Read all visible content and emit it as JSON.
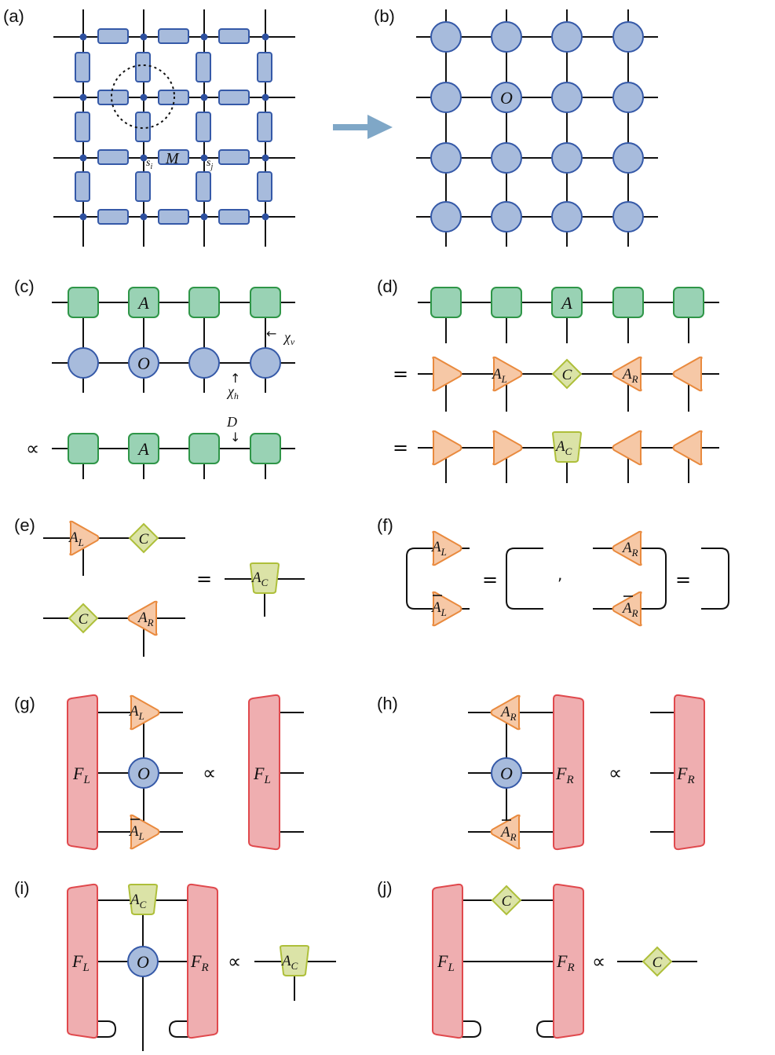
{
  "panels": {
    "a": "(a)",
    "b": "(b)",
    "c": "(c)",
    "d": "(d)",
    "e": "(e)",
    "f": "(f)",
    "g": "(g)",
    "h": "(h)",
    "i": "(i)",
    "j": "(j)"
  },
  "symbols": {
    "O": "O",
    "A": "A",
    "M": "M",
    "C": "C",
    "D": "D",
    "chi": "χ",
    "AL": "A",
    "AL_sub": "L",
    "AR": "A",
    "AR_sub": "R",
    "AC": "A",
    "AC_sub": "C",
    "FL": "F",
    "FL_sub": "L",
    "FR": "F",
    "FR_sub": "R",
    "s": "s",
    "s_i_sub": "i",
    "s_j_sub": "j",
    "chi_v_sub": "v",
    "chi_h_sub": "h"
  },
  "operators": {
    "equals": "=",
    "proportional": "∝",
    "comma": ",",
    "left_arrow": "←",
    "up_arrow": "↑",
    "down_arrow": "↓"
  },
  "colors": {
    "blue_fill": "#a7bbdc",
    "blue_stroke": "#3559a8",
    "green_fill": "#99d2b4",
    "green_stroke": "#2f9648",
    "orange_fill": "#f6c8a6",
    "orange_stroke": "#e98a3e",
    "yellow_fill": "#dbe3a7",
    "yellow_stroke": "#aebf3a",
    "red_fill": "#efaeb0",
    "red_stroke": "#e0494d",
    "arrow": "#7fa7c7"
  }
}
